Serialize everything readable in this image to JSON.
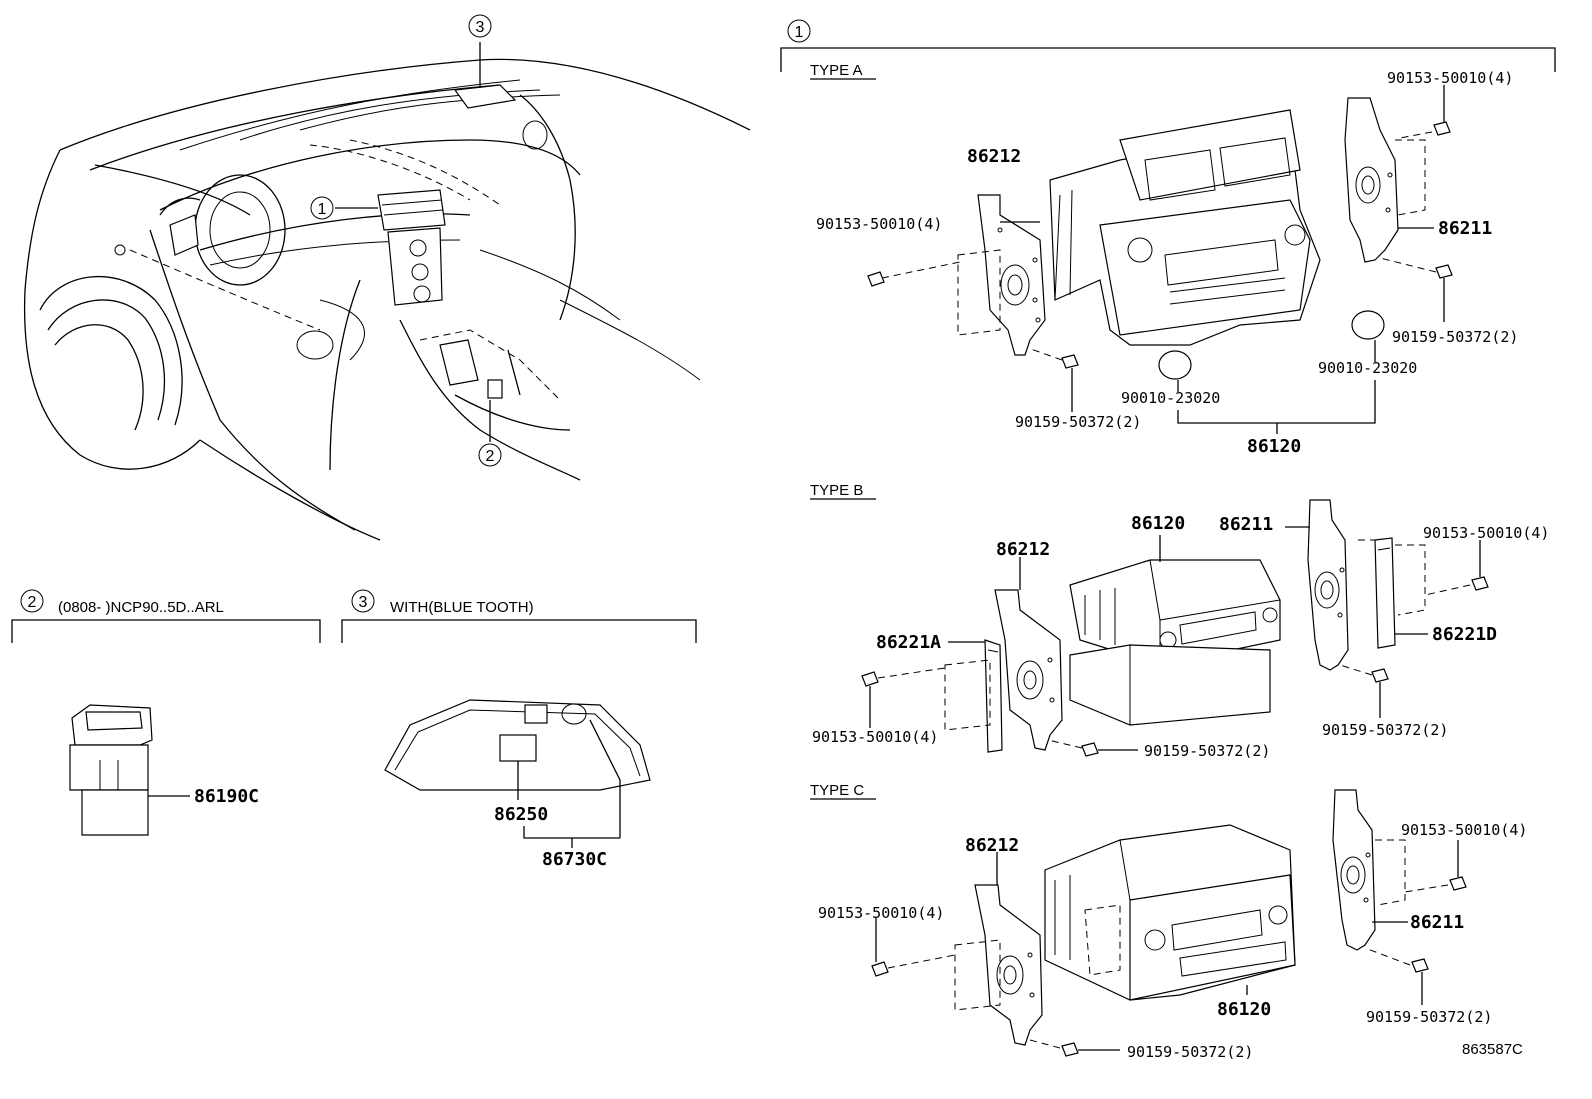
{
  "callouts": {
    "c1": "1",
    "c2": "2",
    "c3": "3"
  },
  "type_a": {
    "header": "TYPE A",
    "bracket_left": "86212",
    "screw_left_top": "90153-50010(4)",
    "screw_right_top": "90153-50010(4)",
    "bracket_right": "86211",
    "screw_right_bottom": "90159-50372(2)",
    "knob_right": "90010-23020",
    "knob_left": "90010-23020",
    "screw_left_bottom": "90159-50372(2)",
    "unit": "86120"
  },
  "type_b": {
    "header": "TYPE B",
    "unit": "86120",
    "bracket_right": "86211",
    "screw_right_top": "90153-50010(4)",
    "bracket_left": "86212",
    "plate_left": "86221A",
    "plate_right": "86221D",
    "screw_left_top": "90153-50010(4)",
    "screw_right_bottom": "90159-50372(2)",
    "screw_left_bottom": "90159-50372(2)"
  },
  "type_c": {
    "header": "TYPE C",
    "bracket_left": "86212",
    "screw_right_top": "90153-50010(4)",
    "screw_left_top": "90153-50010(4)",
    "bracket_right": "86211",
    "unit": "86120",
    "screw_right_bottom": "90159-50372(2)",
    "screw_left_bottom": "90159-50372(2)"
  },
  "section2": {
    "header": "(0808-      )NCP90..5D..ARL",
    "part": "86190C"
  },
  "section3": {
    "header": "WITH(BLUE TOOTH)",
    "part_a": "86250",
    "part_b": "86730C"
  },
  "drawing_code": "863587C"
}
